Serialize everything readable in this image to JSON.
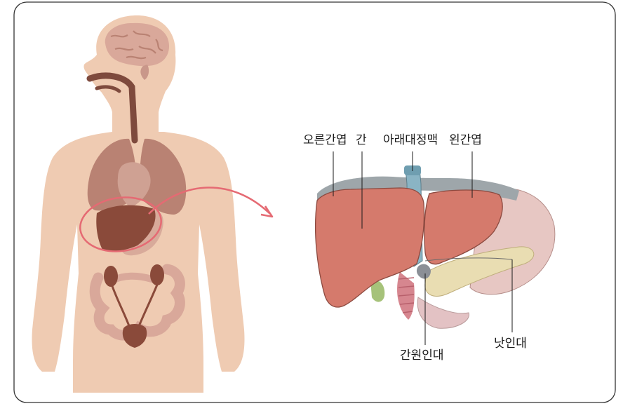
{
  "labels": {
    "right_lobe": "오른간엽",
    "liver": "간",
    "ivc": "아래대정맥",
    "left_lobe": "왼간엽",
    "round_ligament": "간원인대",
    "falciform_ligament": "낫인대"
  },
  "colors": {
    "body": "#efcbb2",
    "organ_dark": "#8a4a3a",
    "liver_pink": "#d57a6c",
    "highlight": "#e56a73",
    "frame": "#333333"
  }
}
